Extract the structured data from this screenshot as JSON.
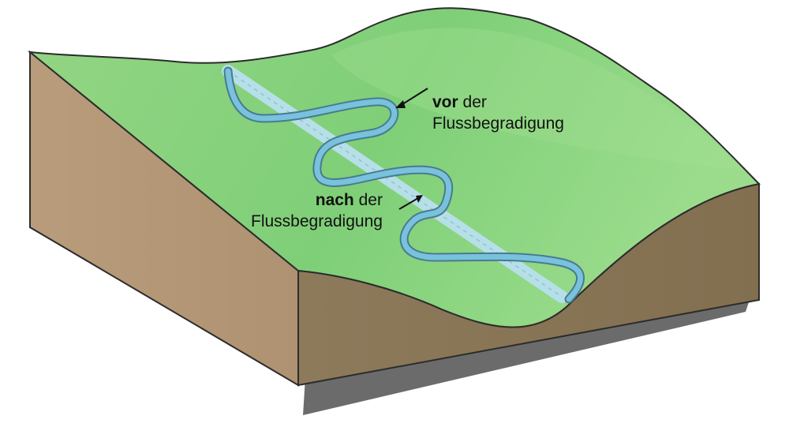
{
  "colors": {
    "terrain_surface": "#8fd57f",
    "terrain_surface_light": "#a3df92",
    "terrain_edge": "#2c2c2c",
    "soil_front": "#8a7756",
    "soil_left": "#b59a79",
    "shadow": "#6b6b6b",
    "river_meander": "#78c2dd",
    "river_meander_outline": "#4a7a8f",
    "river_straightened": "#b7dfe8",
    "arrow": "#111111"
  },
  "labels": {
    "before": {
      "strong": "vor",
      "rest": " der",
      "line2": "Flussbegradigung"
    },
    "after": {
      "strong": "nach",
      "rest": " der",
      "line2": "Flussbegradigung"
    }
  }
}
